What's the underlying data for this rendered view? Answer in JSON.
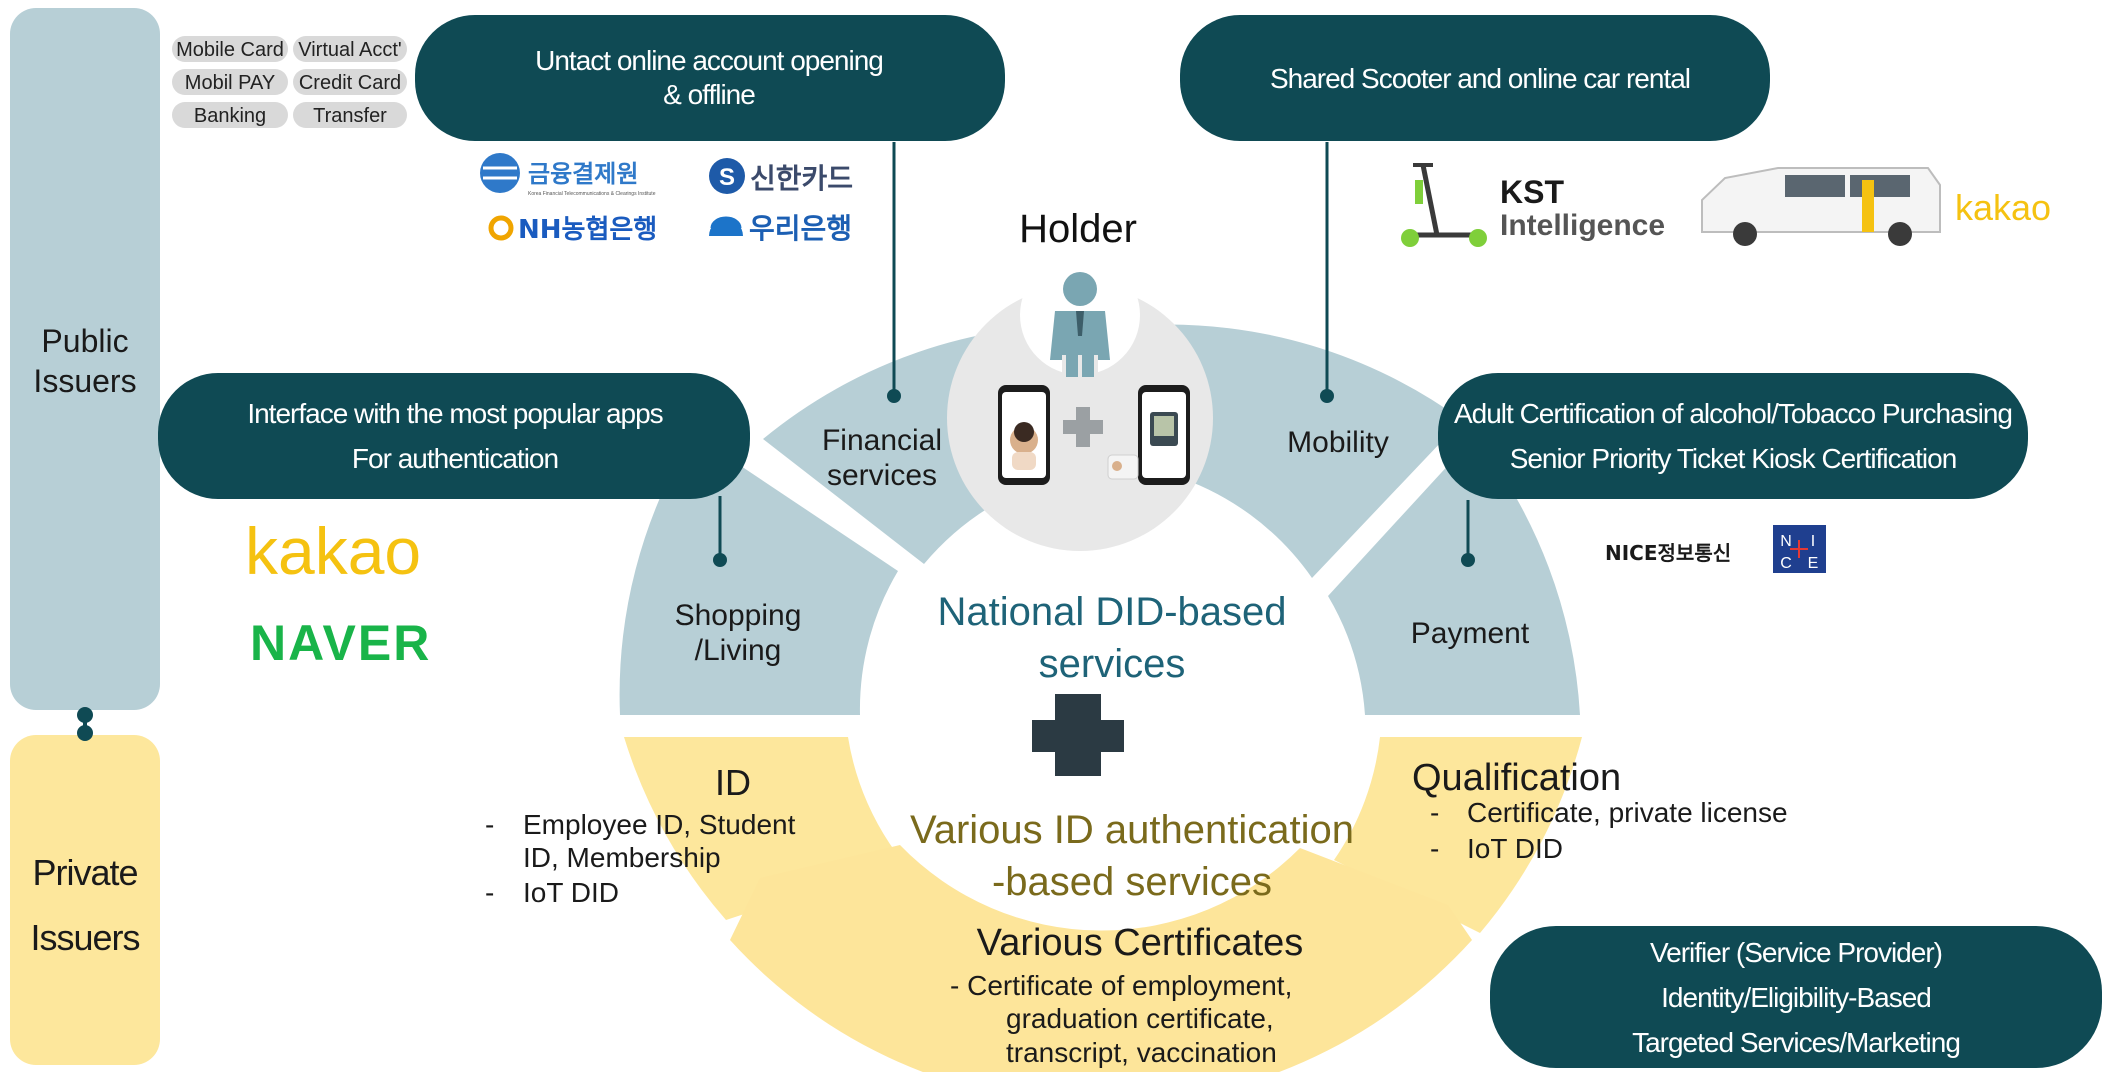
{
  "side": {
    "public_line1": "Public",
    "public_line2": "Issuers",
    "private_line1": "Private",
    "private_line2": "Issuers"
  },
  "chips": [
    "Mobile Card",
    "Virtual Acct'",
    "Mobil PAY",
    "Credit Card",
    "Banking",
    "Transfer"
  ],
  "top_left_box": {
    "line1": "Untact online account opening",
    "line2": "& offline"
  },
  "top_right_box": {
    "line1": "Shared  Scooter and online car rental"
  },
  "left_box": {
    "line1": "Interface with the most popular apps",
    "line2": "For authentication"
  },
  "right_box": {
    "line1": "Adult  Certification of  alcohol/Tobacco Purchasing",
    "line2": "Senior Priority Ticket Kiosk Certification"
  },
  "verifier_box": {
    "line1": "Verifier (Service Provider)",
    "line2": "Identity/Eligibility-Based",
    "line3": "Targeted Services/Marketing"
  },
  "logos": {
    "kftc": "금융결제원",
    "kftc_sub": "Korea Financial Telecommunications & Clearings Institute",
    "shinhan": "신한카드",
    "nh": "NH농협은행",
    "woori": "우리은행",
    "kakao_left": "kakao",
    "naver": "NAVER",
    "kst_line1": "KST",
    "kst_line2": "Intelligence",
    "kakao_right": "kakao",
    "nice": "NICE정보통신",
    "nice_badge": [
      "N",
      "I",
      "C",
      "E"
    ]
  },
  "center": {
    "holder": "Holder",
    "did_line1": "National DID-based",
    "did_line2": "services",
    "var_line1": "Various ID authentication",
    "var_line2": "-based services"
  },
  "segments": {
    "financial_line1": "Financial",
    "financial_line2": "services",
    "mobility": "Mobility",
    "shopping_line1": "Shopping",
    "shopping_line2": "/Living",
    "payment": "Payment"
  },
  "id_block": {
    "title": "ID",
    "items": [
      {
        "line1": "Employee ID, Student",
        "line2": "ID, Membership"
      },
      {
        "line1": "IoT DID",
        "line2": ""
      }
    ]
  },
  "qual_block": {
    "title": "Qualification",
    "items": [
      "Certificate, private license",
      "IoT DID"
    ]
  },
  "cert_block": {
    "title": "Various Certificates",
    "line1": "- Certificate of employment,",
    "line2": "graduation certificate,",
    "line3": "transcript, vaccination"
  },
  "colors": {
    "dark_teal": "#0f4a54",
    "light_blue": "#b7cfd6",
    "light_yellow": "#fde79c",
    "cert_yellow": "#fde59a",
    "did_text": "#1e6378",
    "various_text": "#7a6a1c",
    "plus_dark": "#2b3a43",
    "chip_gray": "#d9d9d9",
    "kakao_yellow": "#f5c211",
    "naver_green": "#19b449"
  }
}
